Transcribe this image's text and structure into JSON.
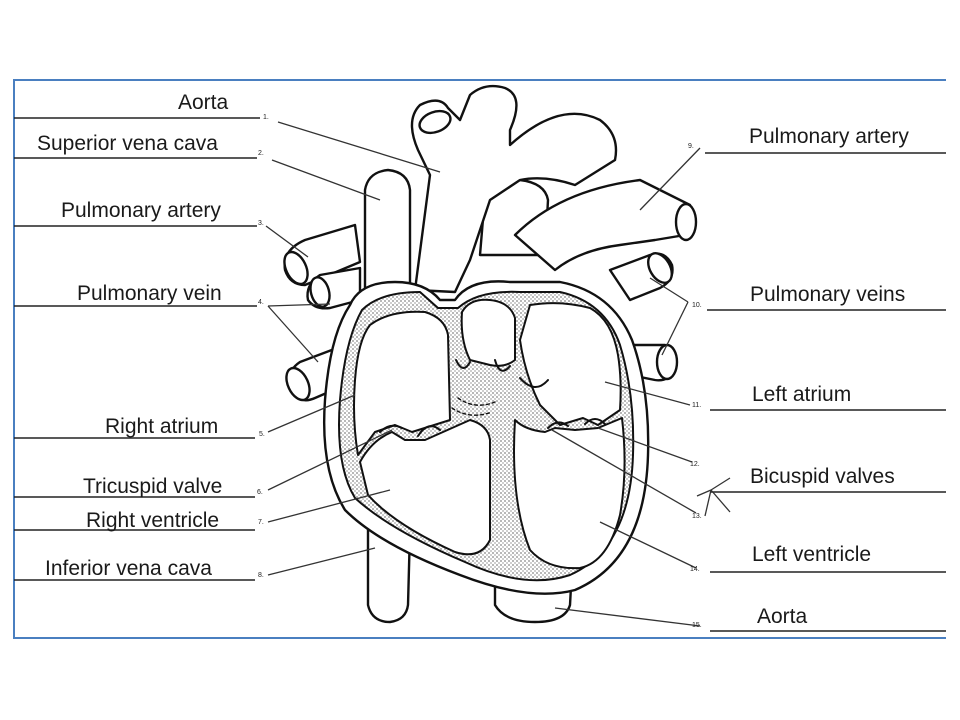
{
  "diagram": {
    "accent_color": "#4a7fc0",
    "left_labels": [
      {
        "num": "1.",
        "text": "Aorta"
      },
      {
        "num": "2.",
        "text": "Superior vena cava"
      },
      {
        "num": "3.",
        "text": "Pulmonary  artery"
      },
      {
        "num": "4.",
        "text": "Pulmonary  vein"
      },
      {
        "num": "5.",
        "text": "Right atrium"
      },
      {
        "num": "6.",
        "text": "Tricuspid valve"
      },
      {
        "num": "7.",
        "text": "Right ventricle"
      },
      {
        "num": "8.",
        "text": "Inferior vena cava"
      }
    ],
    "right_labels": [
      {
        "num": "9.",
        "text": "Pulmonary  artery"
      },
      {
        "num": "10.",
        "text": "Pulmonary  veins"
      },
      {
        "num": "11.",
        "text": "Left atrium"
      },
      {
        "num": "12.",
        "text": "Bicuspid valves"
      },
      {
        "num": "13.",
        "text": ""
      },
      {
        "num": "14.",
        "text": "Left ventricle"
      },
      {
        "num": "15.",
        "text": "Aorta"
      }
    ]
  }
}
